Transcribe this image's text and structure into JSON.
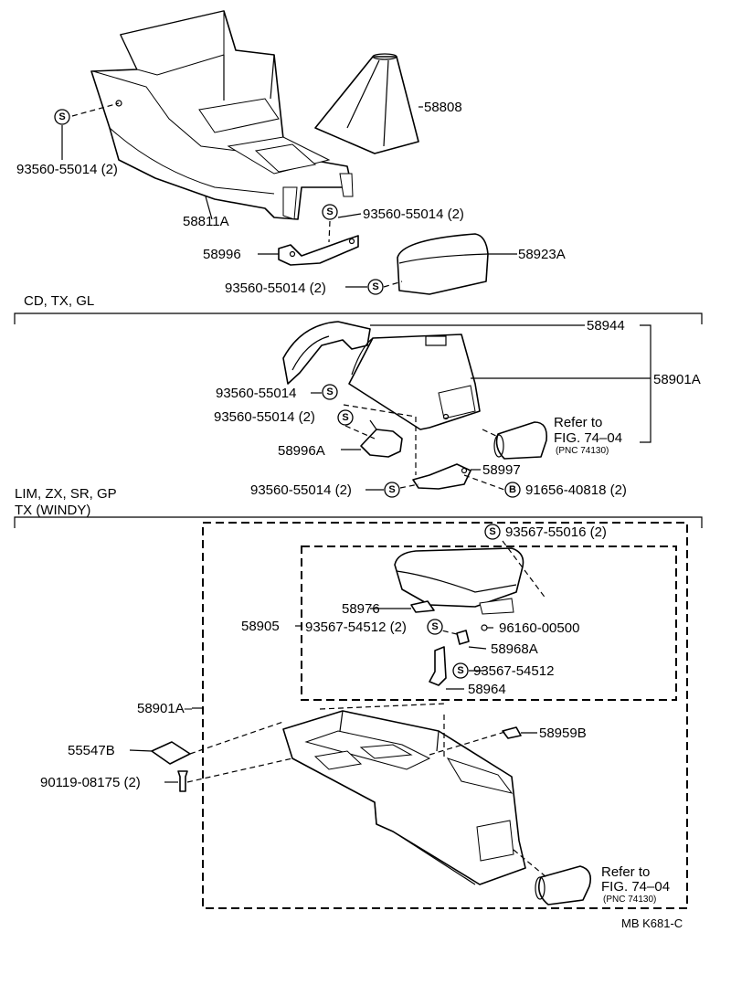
{
  "sections": {
    "section1": "CD, TX, GL",
    "section2_line1": "LIM, ZX, SR, GP",
    "section2_line2": "TX (WINDY)"
  },
  "parts": {
    "p58808": "58808",
    "p58811A": "58811A",
    "p58996": "58996",
    "p58923A": "58923A",
    "p58944": "58944",
    "p58901A_top": "58901A",
    "p58996A": "58996A",
    "p58997": "58997",
    "p58905": "58905",
    "p58976": "58976",
    "p58968A": "58968A",
    "p58964": "58964",
    "p58901A_bottom": "58901A–",
    "p55547B": "55547B",
    "p58959B": "58959B",
    "scr_a": "93560-55014 (2)",
    "scr_b": "93560-55014 (2)",
    "scr_c": "93560-55014 (2)",
    "scr_d": "93560-55014",
    "scr_e": "93560-55014 (2)",
    "scr_f": "93560-55014 (2)",
    "scr_g": "93567-55016 (2)",
    "scr_h": "93567-54512 (2)",
    "scr_i": "93567-54512",
    "bolt_b": "91656-40818 (2)",
    "clip": "96160-00500",
    "screw_bottom": "90119-08175 (2)"
  },
  "symbols": {
    "screw": "S",
    "bolt": "B"
  },
  "refs": {
    "top_line1": "Refer to",
    "top_line2": "FIG. 74–04",
    "top_line3": "(PNC 74130)",
    "bottom_line1": "Refer to",
    "bottom_line2": "FIG. 74–04",
    "bottom_line3": "(PNC 74130)"
  },
  "footer": {
    "code": "MB K681-C"
  }
}
